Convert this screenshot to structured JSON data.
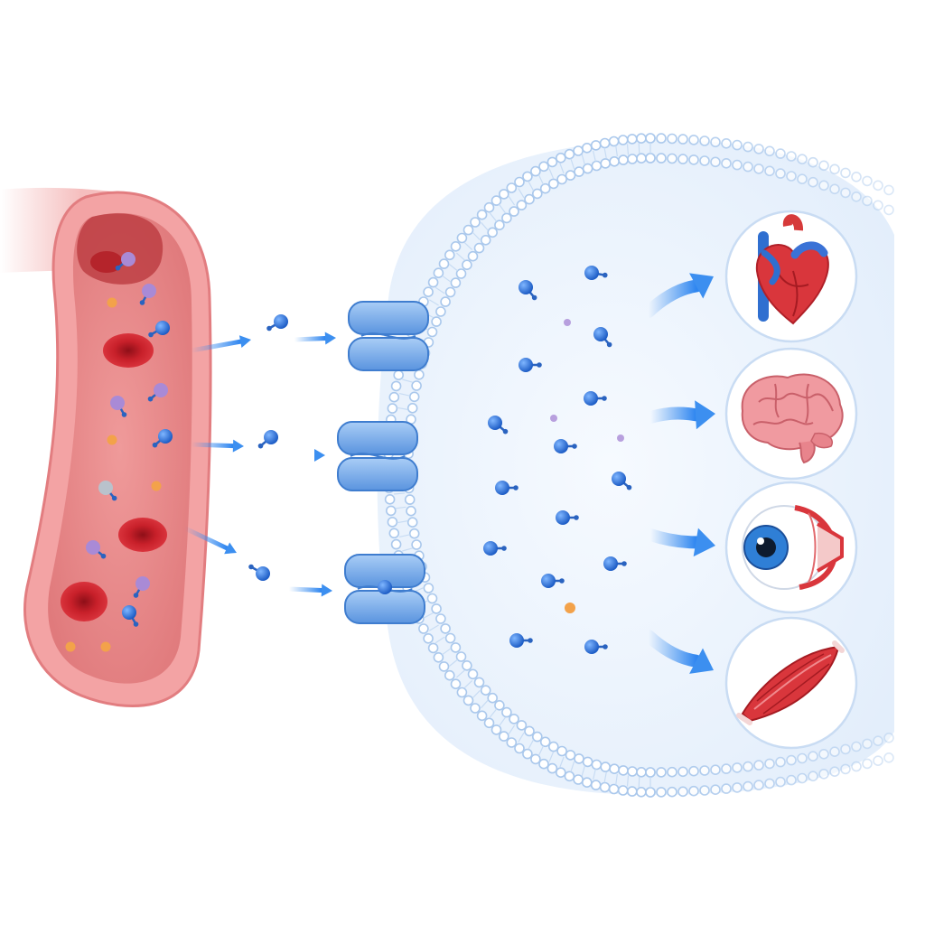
{
  "diagram": {
    "labels": [],
    "colors": {
      "vessel_wall": "#e98a8c",
      "vessel_inner": "#c9484e",
      "blood_cell": "#c81f2a",
      "molecule_blue": "#1f6fd6",
      "molecule_purple": "#a98ad6",
      "molecule_orange": "#f3a24a",
      "transporter": "#6fa8e8",
      "membrane": "#aac8ec",
      "cell_interior": "#eef5fd",
      "arrow": "#3c8ff0"
    },
    "stages": [
      "blood-vessel",
      "membrane-transporters",
      "cell-interior",
      "target-organs"
    ],
    "transporter_count": 3,
    "targets": [
      {
        "icon": "heart-icon"
      },
      {
        "icon": "brain-icon"
      },
      {
        "icon": "eye-icon"
      },
      {
        "icon": "muscle-icon"
      }
    ]
  }
}
